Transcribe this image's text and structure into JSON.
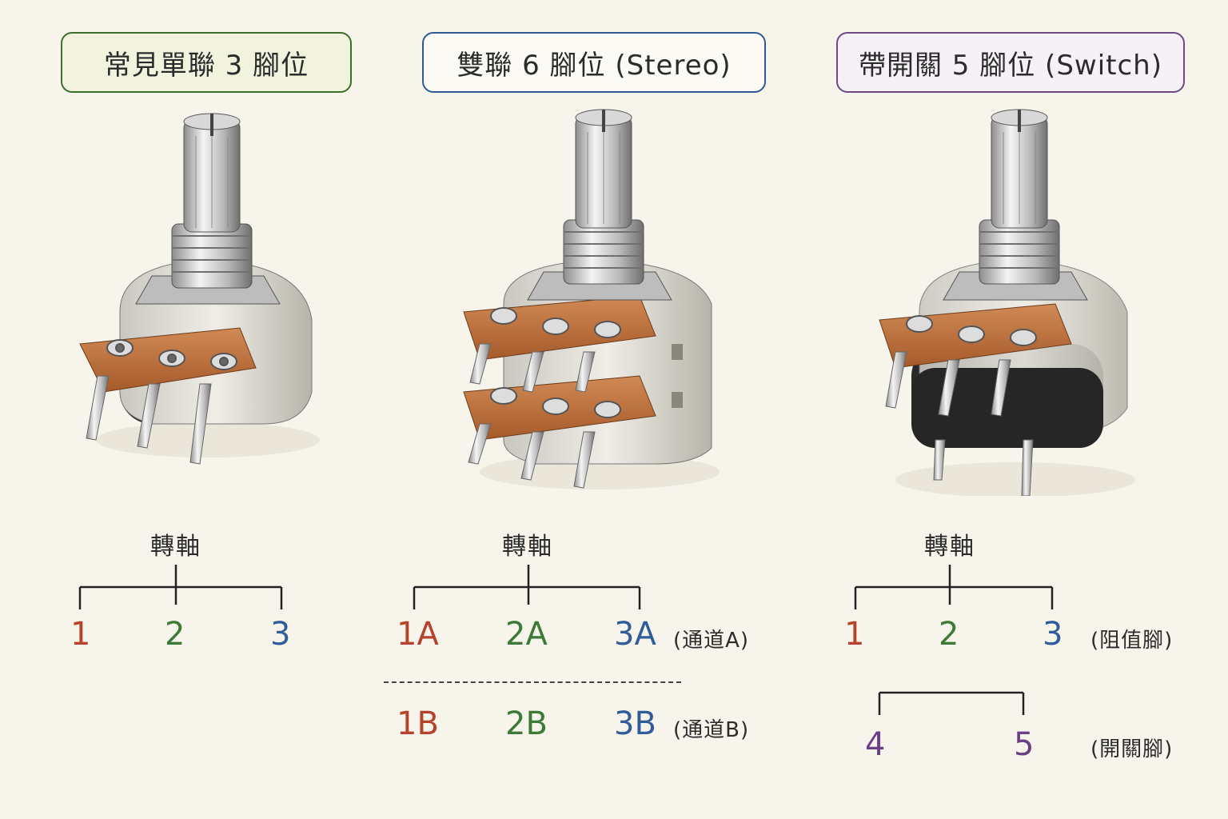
{
  "panels": [
    {
      "title": "常見單聯 3 腳位",
      "shaft_label": "轉軸",
      "pins": [
        "1",
        "2",
        "3"
      ]
    },
    {
      "title": "雙聯 6 腳位 (Stereo)",
      "shaft_label": "轉軸",
      "pins_a": [
        "1A",
        "2A",
        "3A"
      ],
      "channel_a": "(通道A)",
      "pins_b": [
        "1B",
        "2B",
        "3B"
      ],
      "channel_b": "(通道B)"
    },
    {
      "title": "帶開關 5 腳位 (Switch)",
      "shaft_label": "轉軸",
      "pins": [
        "1",
        "2",
        "3"
      ],
      "resistance_note": "(阻值腳)",
      "switch_pins": [
        "4",
        "5"
      ],
      "switch_note": "(開關腳)"
    }
  ],
  "colors": {
    "pin1": "#b5432c",
    "pin2": "#3d7a36",
    "pin3": "#2f5d9a",
    "switch": "#6a3f86"
  }
}
